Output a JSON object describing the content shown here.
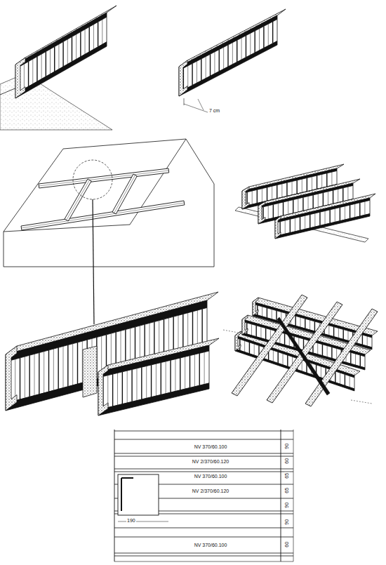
{
  "diagram": {
    "labels": [
      "7 cm",
      "NV 370/60.100",
      "NV 2/370/60.120",
      "NV 370/60.100",
      "NV 2/370/60.120",
      "190",
      "NV 370/60.100",
      "90",
      "60",
      "65",
      "65",
      "90",
      "90",
      "60"
    ]
  }
}
